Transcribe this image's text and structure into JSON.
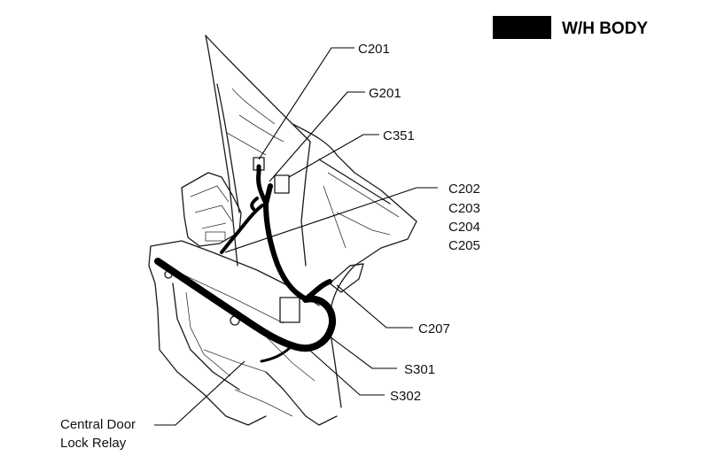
{
  "header": {
    "title": "W/H BODY",
    "badge_color": "#000000"
  },
  "callouts": [
    {
      "id": "c201",
      "label": "C201"
    },
    {
      "id": "g201",
      "label": "G201"
    },
    {
      "id": "c351",
      "label": "C351"
    },
    {
      "id": "c202",
      "label": "C202"
    },
    {
      "id": "c203",
      "label": "C203"
    },
    {
      "id": "c204",
      "label": "C204"
    },
    {
      "id": "c205",
      "label": "C205"
    },
    {
      "id": "c207",
      "label": "C207"
    },
    {
      "id": "s301",
      "label": "S301"
    },
    {
      "id": "s302",
      "label": "S302"
    },
    {
      "id": "relay_line1",
      "label": "Central Door"
    },
    {
      "id": "relay_line2",
      "label": "Lock Relay"
    }
  ],
  "icons": {
    "badge": "black-rectangle-badge",
    "drawing": "vehicle-body-wiring-harness"
  }
}
